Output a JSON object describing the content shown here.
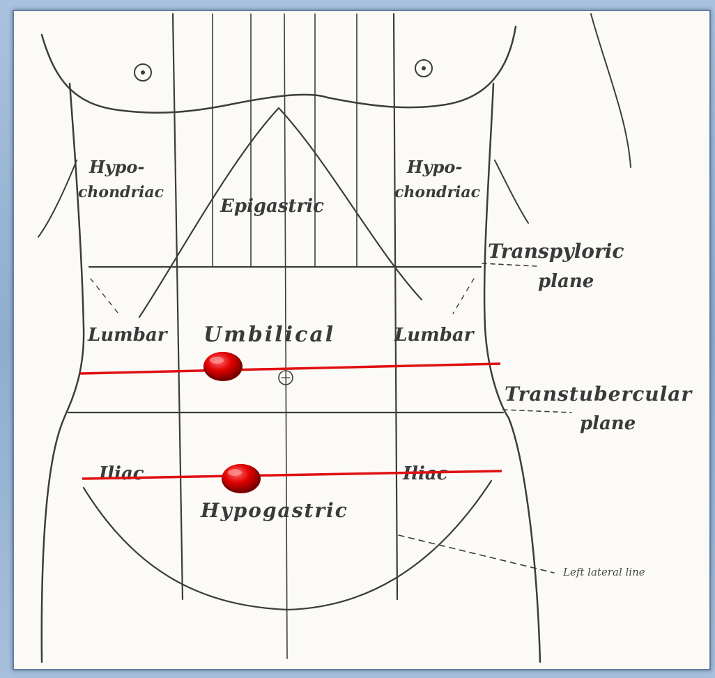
{
  "regions": {
    "hypochondriac_right": [
      "Hypo-",
      "chondriac"
    ],
    "hypochondriac_left": [
      "Hypo-",
      "chondriac"
    ],
    "epigastric": "Epigastric",
    "lumbar_right": "Lumbar",
    "umbilical": "Umbilical",
    "lumbar_left": "Lumbar",
    "iliac_right": "Iliac",
    "iliac_left": "Iliac",
    "hypogastric": "Hypogastric"
  },
  "planes": {
    "transpyloric": [
      "Transpyloric",
      "plane"
    ],
    "transtubercular": [
      "Transtubercular",
      "plane"
    ]
  },
  "lines": {
    "left_lateral": "Left lateral line"
  },
  "colors": {
    "frame": "#8fadcf",
    "marker_line": "#e01010",
    "marker_dot": "#e00000",
    "ink": "#3c3c3c"
  }
}
